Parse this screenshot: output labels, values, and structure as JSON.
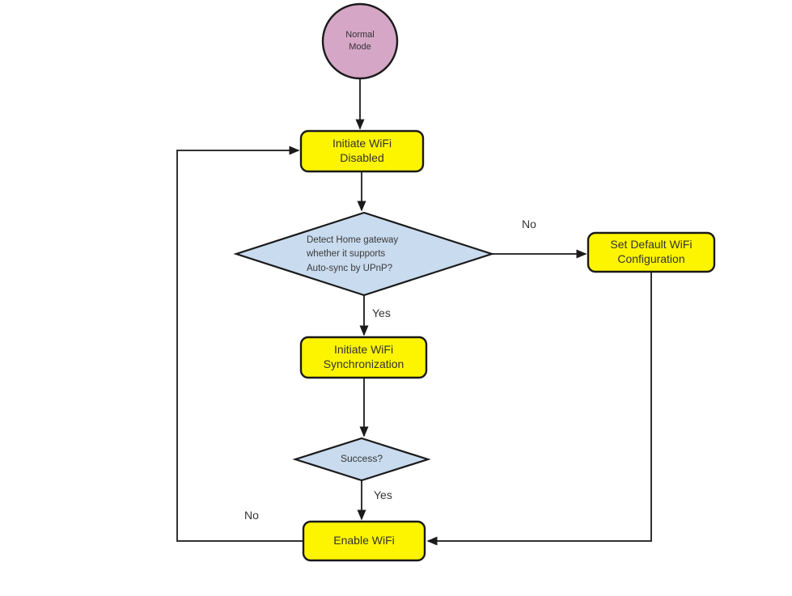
{
  "diagram": {
    "type": "flowchart",
    "background_color": "#ffffff",
    "line_color": "#323232",
    "nodes": {
      "normal_mode": {
        "shape": "circle",
        "label": "Normal\nMode",
        "fill": "#d5a6c6",
        "border": "#1a1a1a"
      },
      "initiate_wifi_disabled": {
        "shape": "rounded-rect",
        "label": "Initiate WiFi\nDisabled",
        "fill": "#fdf500",
        "border": "#1a1a1a"
      },
      "detect_home_gateway": {
        "shape": "diamond",
        "label": "Detect Home gateway\nwhether it supports\nAuto-sync by UPnP?",
        "fill": "#c9dbee",
        "border": "#1a1a1a"
      },
      "set_default_wifi": {
        "shape": "rounded-rect",
        "label": "Set Default WiFi\nConfiguration",
        "fill": "#fdf500",
        "border": "#1a1a1a"
      },
      "initiate_wifi_sync": {
        "shape": "rounded-rect",
        "label": "Initiate WiFi\nSynchronization",
        "fill": "#fdf500",
        "border": "#1a1a1a"
      },
      "success": {
        "shape": "diamond",
        "label": "Success?",
        "fill": "#c9dbee",
        "border": "#1a1a1a"
      },
      "enable_wifi": {
        "shape": "rounded-rect",
        "label": "Enable WiFi",
        "fill": "#fdf500",
        "border": "#1a1a1a"
      }
    },
    "edges": [
      {
        "from": "normal_mode",
        "to": "initiate_wifi_disabled",
        "label": ""
      },
      {
        "from": "initiate_wifi_disabled",
        "to": "detect_home_gateway",
        "label": ""
      },
      {
        "from": "detect_home_gateway",
        "to": "set_default_wifi",
        "label": "No"
      },
      {
        "from": "detect_home_gateway",
        "to": "initiate_wifi_sync",
        "label": "Yes"
      },
      {
        "from": "initiate_wifi_sync",
        "to": "success",
        "label": ""
      },
      {
        "from": "success",
        "to": "enable_wifi",
        "label": "Yes"
      },
      {
        "from": "enable_wifi",
        "to": "initiate_wifi_disabled",
        "label": "No"
      },
      {
        "from": "set_default_wifi",
        "to": "enable_wifi",
        "label": ""
      }
    ]
  }
}
